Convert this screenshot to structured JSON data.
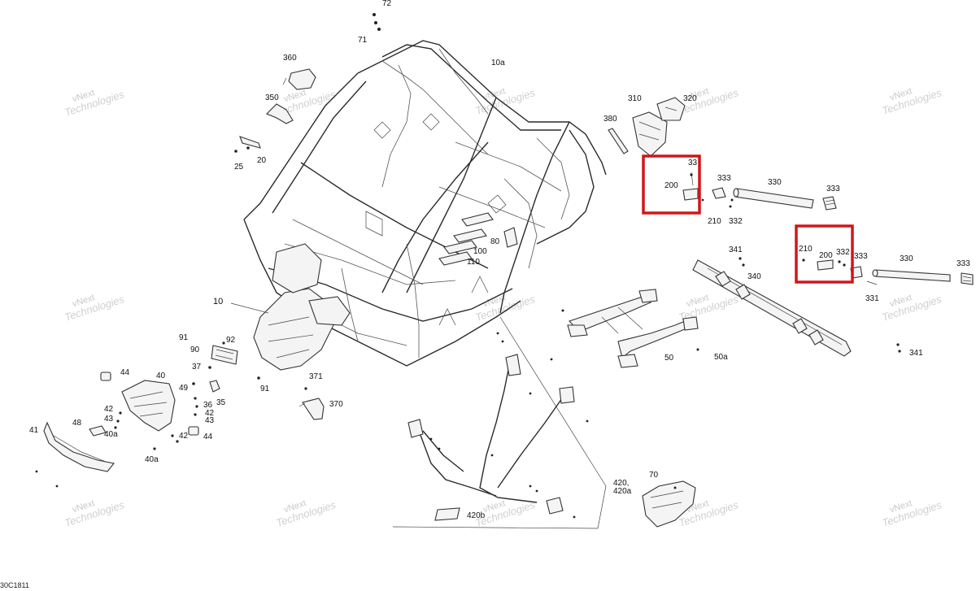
{
  "doc_code": "30C1811",
  "watermark": {
    "line1": "vNext",
    "line2": "Technologies"
  },
  "highlight_color": "#d0161b",
  "labels": {
    "l72": "72",
    "l71": "71",
    "l10a": "10a",
    "l360": "360",
    "l350": "350",
    "l310": "310",
    "l320": "320",
    "l380": "380",
    "l25": "25",
    "l20": "20",
    "l33": "33",
    "l200a": "200",
    "l210a": "210",
    "l332a": "332",
    "l333a": "333",
    "l330a": "330",
    "l333b": "333",
    "l341a": "341",
    "l210b": "210",
    "l200b": "200",
    "l332b": "332",
    "l333c": "333",
    "l330b": "330",
    "l333d": "333",
    "l340": "340",
    "l331": "331",
    "l80": "80",
    "l100": "100",
    "l110": "110",
    "l10": "10",
    "l91a": "91",
    "l92": "92",
    "l90": "90",
    "l37": "37",
    "l44a": "44",
    "l40": "40",
    "l49": "49",
    "l36": "36",
    "l35": "35",
    "l42a": "42",
    "l43a": "43",
    "l42b": "42",
    "l43b": "43",
    "l44b": "44",
    "l42c": "42",
    "l40a1": "40a",
    "l48": "48",
    "l41": "41",
    "l40a2": "40a",
    "l91b": "91",
    "l371": "371",
    "l370": "370",
    "l50": "50",
    "l50a": "50a",
    "l341b": "341",
    "l420": "420,",
    "l420a": "420a",
    "l420b": "420b",
    "l70": "70"
  }
}
